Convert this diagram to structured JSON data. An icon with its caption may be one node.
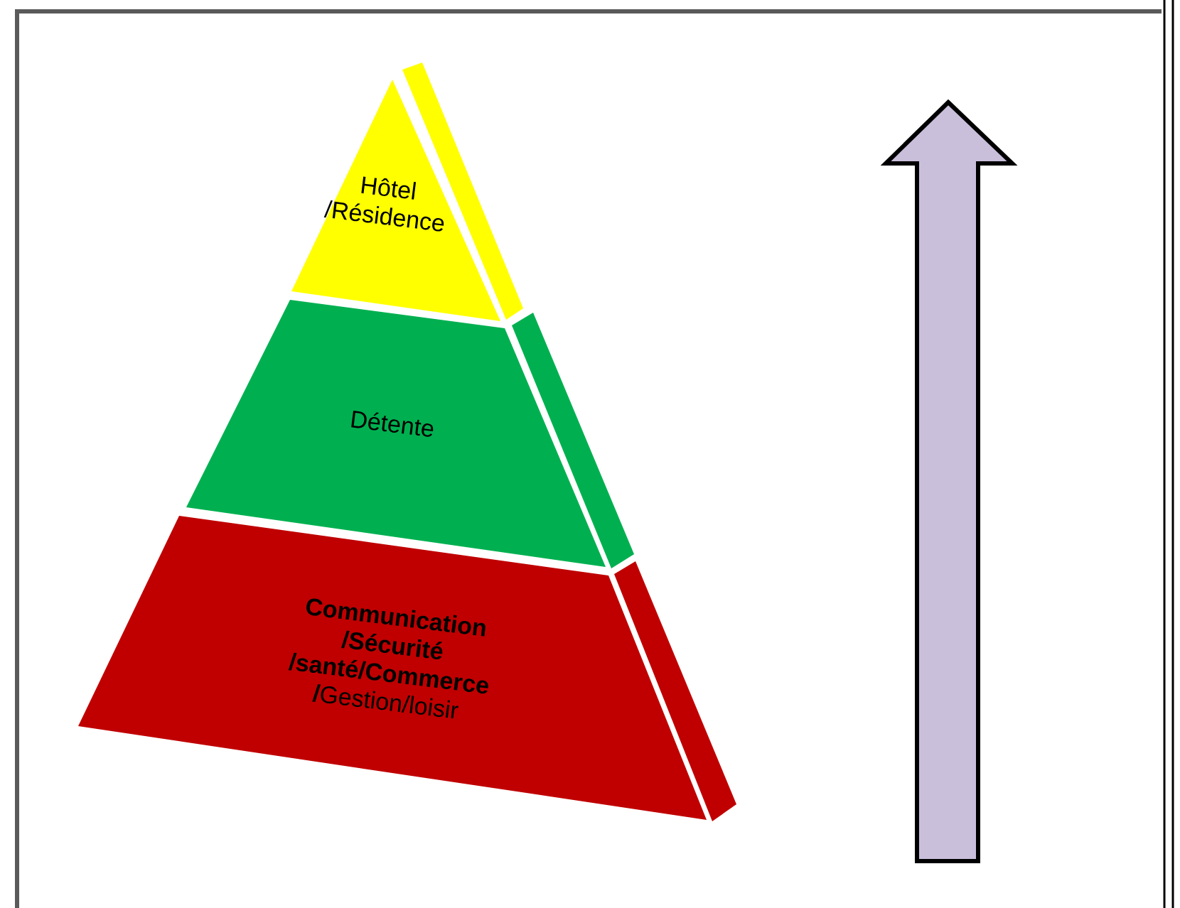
{
  "diagram": {
    "nodes": [
      {
        "text": [
          "Hôtel /Résidence"
        ]
      },
      {
        "text": [
          "Détente"
        ]
      },
      {
        "text": [
          "**Communication /Sécurité /santé/Commerce /**Gestion/loisir"
        ]
      }
    ]
  }
}
